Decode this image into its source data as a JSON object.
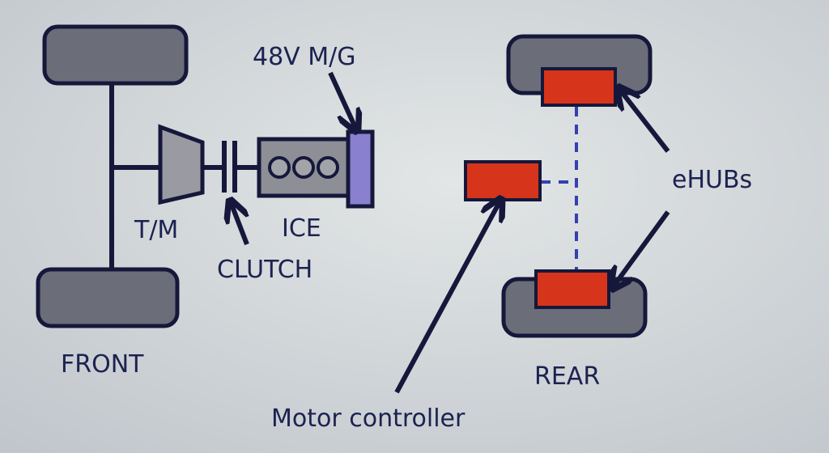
{
  "labels": {
    "mg": "48V M/G",
    "tm": "T/M",
    "ice": "ICE",
    "clutch": "CLUTCH",
    "front": "FRONT",
    "rear": "REAR",
    "ehubs": "eHUBs",
    "motor_controller": "Motor controller"
  },
  "colors": {
    "ehub": "#d6341b",
    "mg": "#8a80d0",
    "wheel": "#6b6d79",
    "ice": "#8e8e96",
    "text": "#1c2250"
  }
}
